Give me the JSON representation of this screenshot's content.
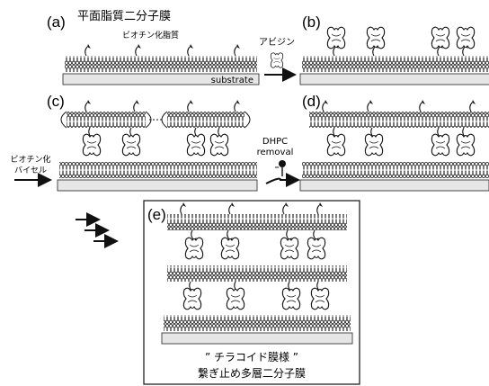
{
  "panels": {
    "a": {
      "label": "(a)",
      "title": "平面脂質二分子膜",
      "biotin_label": "ビオチン化脂質",
      "substrate": "substrate"
    },
    "b": {
      "label": "(b)"
    },
    "c": {
      "label": "(c)",
      "bicelle_label_1": "ビオチン化",
      "bicelle_label_2": "バイセル"
    },
    "d": {
      "label": "(d)"
    },
    "e": {
      "label": "(e)",
      "caption_1": "” チラコイド膜様 ”",
      "caption_2": "繋ぎ止め多層二分子膜"
    }
  },
  "arrows": {
    "avidin_label": "アビジン",
    "dhpc_label_1": "DHPC",
    "dhpc_label_2": "removal"
  },
  "colors": {
    "membrane": "#ffffff",
    "substrate": "#e6e6e6",
    "ink": "#111111"
  }
}
